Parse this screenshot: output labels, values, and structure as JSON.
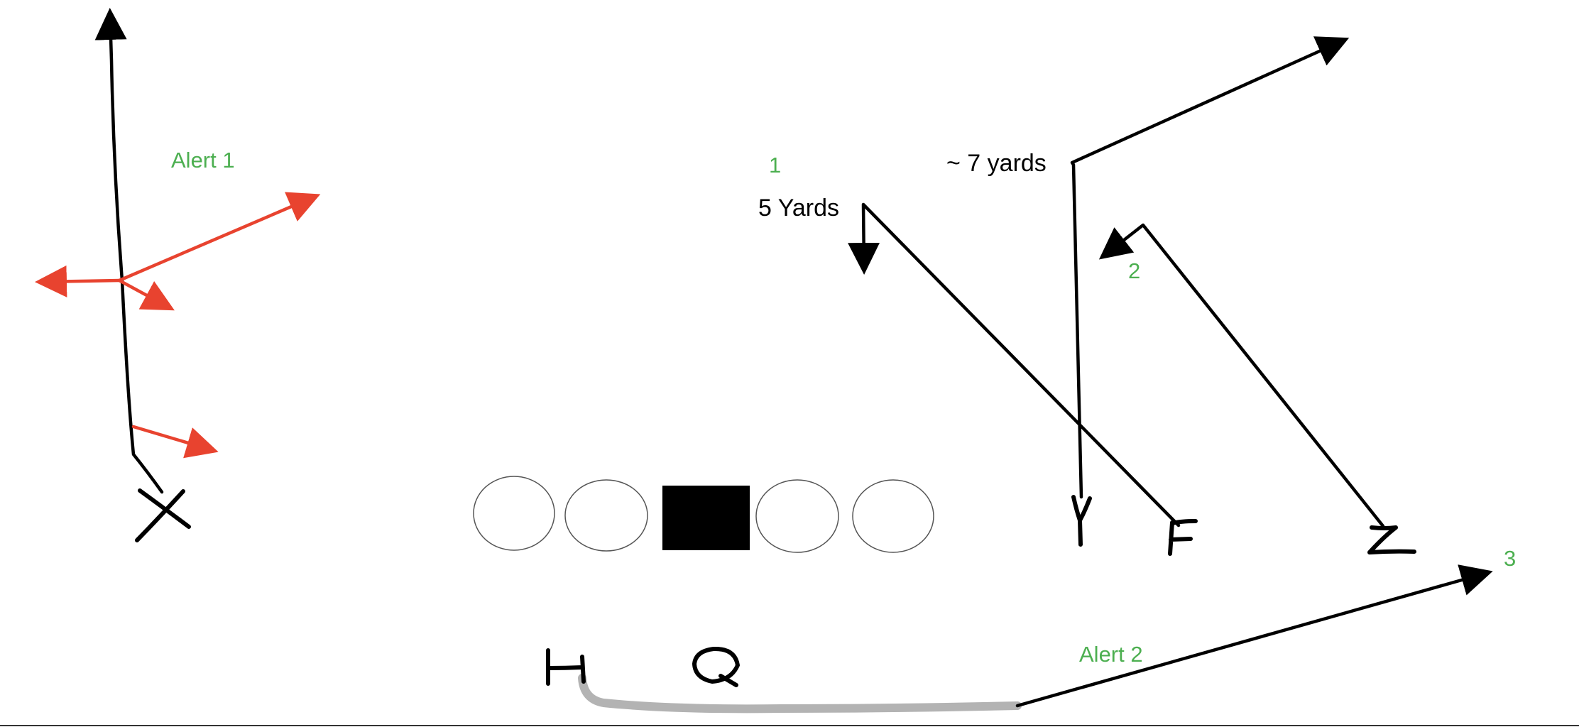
{
  "colors": {
    "route": "#000000",
    "alert_route": "#e8432f",
    "annotation": "#4caf50",
    "motion": "#b3b3b3",
    "center": "#000000"
  },
  "annotations": {
    "alert1": "Alert 1",
    "alert2": "Alert 2",
    "read1": "1",
    "read2": "2",
    "read3": "3",
    "five_yards": "5 Yards",
    "seven_yards": "~ 7 yards"
  },
  "players": {
    "x": "X",
    "y": "Y",
    "f": "F",
    "z": "Z",
    "h": "H",
    "q": "Q"
  },
  "offensive_line": [
    "tackle",
    "guard",
    "center",
    "guard",
    "tackle"
  ]
}
